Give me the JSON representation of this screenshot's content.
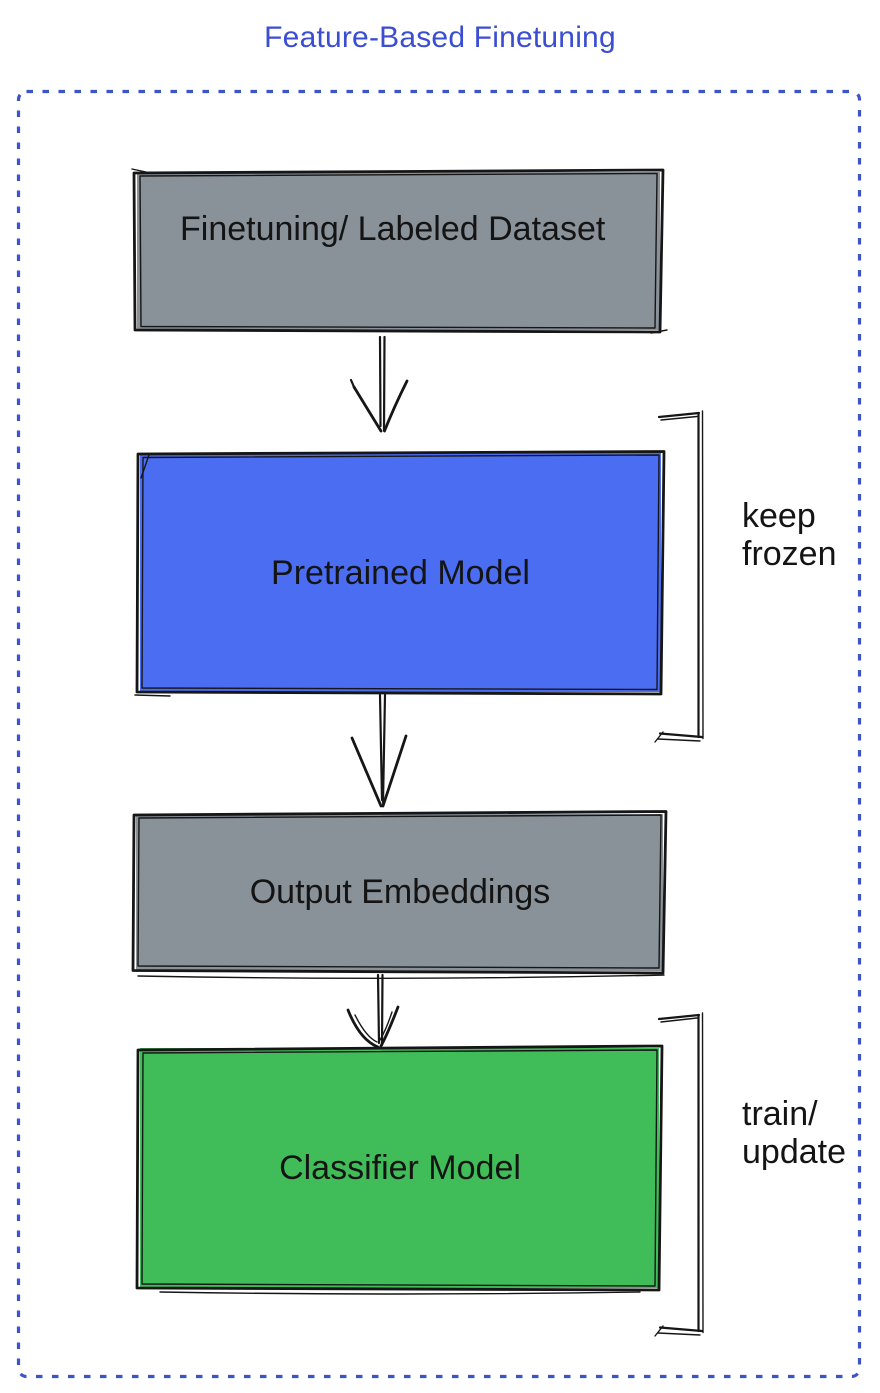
{
  "title": "Feature-Based Finetuning",
  "boxes": [
    {
      "label": "Finetuning/ Labeled Dataset"
    },
    {
      "label": "Pretrained Model"
    },
    {
      "label": "Output Embeddings"
    },
    {
      "label": "Classifier Model"
    }
  ],
  "annotations": [
    {
      "label": "keep\nfrozen"
    },
    {
      "label": "train/\nupdate"
    }
  ],
  "colors": {
    "title_text": "#3a4dd3",
    "frame_border": "#3d53c8",
    "box_gray": "#899199",
    "box_blue": "#4b6df2",
    "box_green": "#40bd59",
    "sketch_stroke": "#161616",
    "label_text": "#141414"
  }
}
